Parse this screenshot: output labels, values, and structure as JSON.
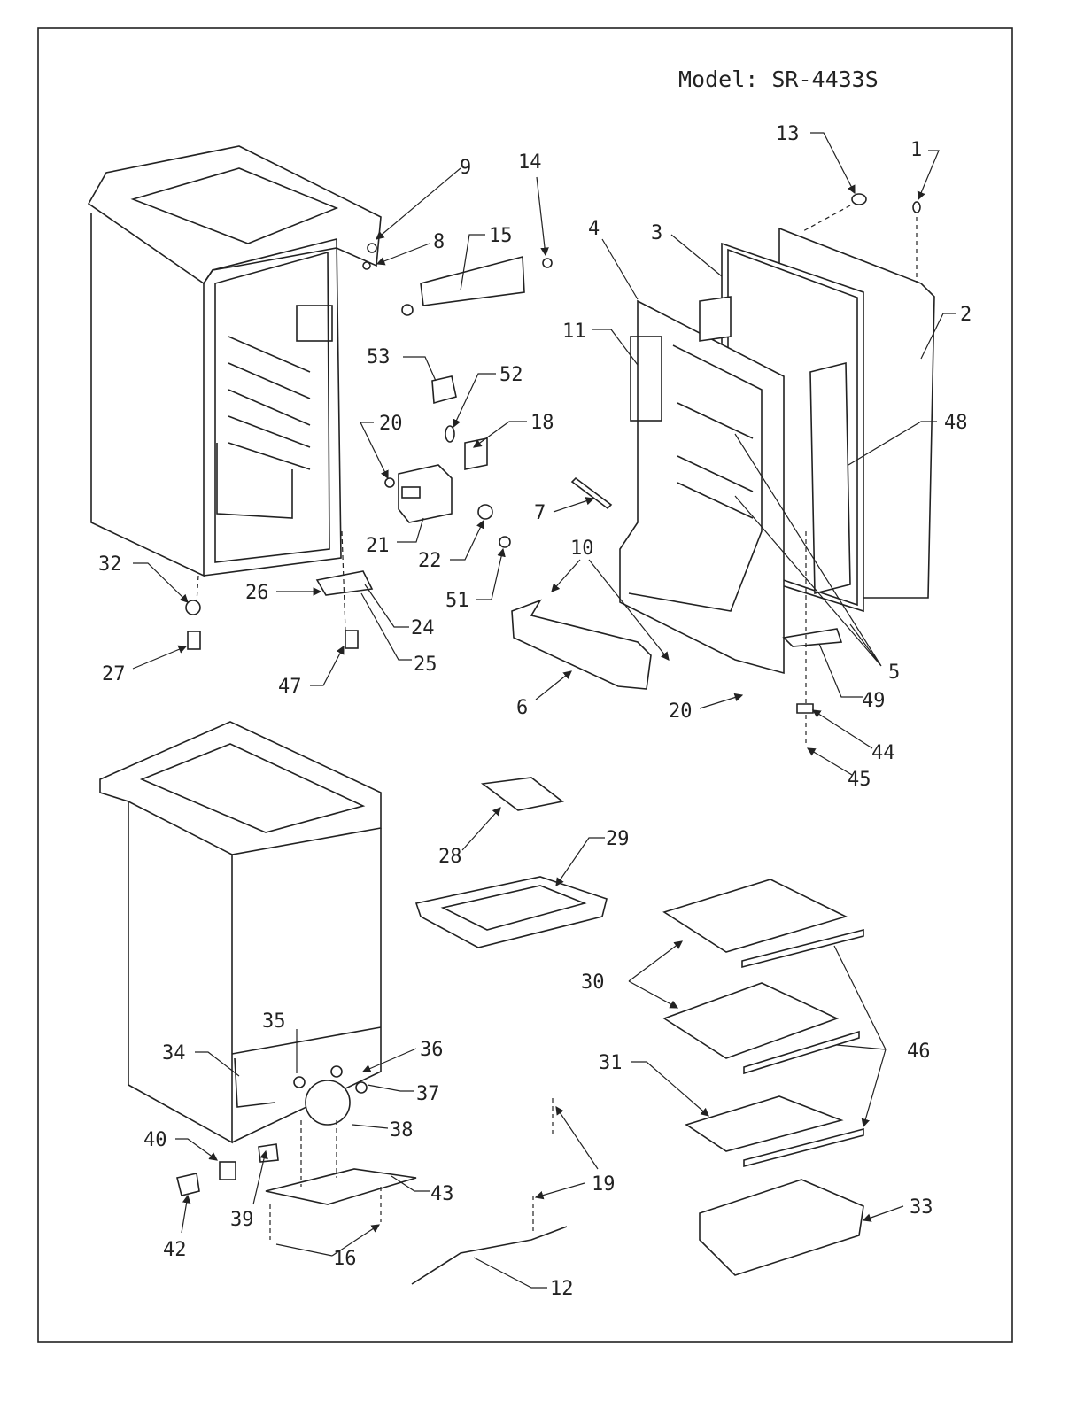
{
  "title": "Model:  SR-4433S",
  "labels": [
    "13",
    "1",
    "9",
    "14",
    "8",
    "15",
    "4",
    "3",
    "11",
    "2",
    "53",
    "52",
    "20",
    "18",
    "48",
    "7",
    "21",
    "22",
    "10",
    "51",
    "32",
    "26",
    "24",
    "25",
    "27",
    "47",
    "6",
    "20",
    "49",
    "5",
    "44",
    "45",
    "28",
    "29",
    "30",
    "46",
    "35",
    "34",
    "36",
    "37",
    "31",
    "38",
    "40",
    "43",
    "39",
    "19",
    "33",
    "42",
    "16",
    "12"
  ]
}
